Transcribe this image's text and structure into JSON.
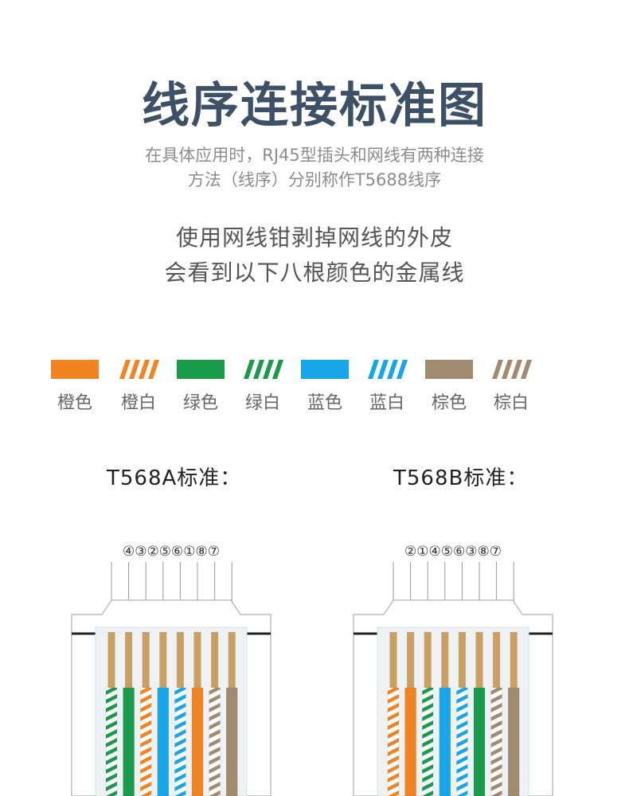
{
  "header": {
    "title": "线序连接标准图",
    "subtitle_line1": "在具体应用时，RJ45型插头和网线有两种连接",
    "subtitle_line2": "方法（线序）分别称作T5688线序"
  },
  "intro": {
    "line1": "使用网线钳剥掉网线的外皮",
    "line2": "会看到以下八根颜色的金属线"
  },
  "colors": [
    {
      "label": "橙色",
      "hex": "#f28321",
      "striped": false
    },
    {
      "label": "橙白",
      "hex": "#f28321",
      "striped": true
    },
    {
      "label": "绿色",
      "hex": "#1a9a4b",
      "striped": false
    },
    {
      "label": "绿白",
      "hex": "#1a9a4b",
      "striped": true
    },
    {
      "label": "蓝色",
      "hex": "#18a6e8",
      "striped": false
    },
    {
      "label": "蓝白",
      "hex": "#18a6e8",
      "striped": true
    },
    {
      "label": "棕色",
      "hex": "#a08b71",
      "striped": false
    },
    {
      "label": "棕白",
      "hex": "#a08b71",
      "striped": true
    }
  ],
  "standards": [
    {
      "title": "T568A标准：",
      "order_label": "④③②⑤⑥①⑧⑦",
      "wires": [
        "绿白",
        "绿色",
        "橙白",
        "蓝色",
        "蓝白",
        "橙色",
        "棕白",
        "棕色"
      ]
    },
    {
      "title": "T568B标准：",
      "order_label": "②①④⑤⑥③⑧⑦",
      "wires": [
        "橙白",
        "橙色",
        "绿白",
        "蓝色",
        "蓝白",
        "绿色",
        "棕白",
        "棕色"
      ]
    }
  ],
  "palette": {
    "title": "#3c5066",
    "contact_gold": "#c9a064",
    "plug_frame": "#bdbdbd",
    "plug_fill": "#eef2f5"
  }
}
